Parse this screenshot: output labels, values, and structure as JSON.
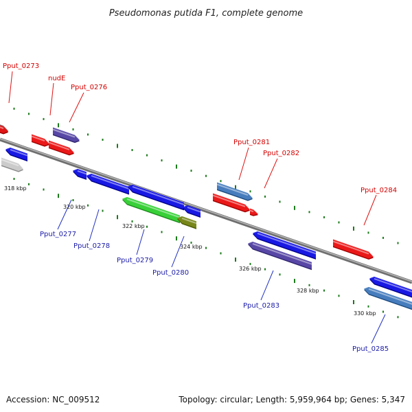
{
  "title": "Pseudomonas putida F1, complete genome",
  "footer": {
    "accession": "Accession: NC_009512",
    "summary": "Topology: circular; Length: 5,959,964 bp; Genes: 5,347"
  },
  "colors": {
    "backbone": "#8a8a8a",
    "tick_mark": "#1a7a1a",
    "label_forward": "#d40000",
    "label_reverse": "#1a1aa8",
    "leader_forward": "#e01010",
    "leader_reverse": "#2030c0"
  },
  "scale_ticks": [
    "318 kbp",
    "320 kbp",
    "322 kbp",
    "324 kbp",
    "326 kbp",
    "328 kbp",
    "330 kbp"
  ],
  "gene_labels": {
    "Pput_0273": "Pput_0273",
    "nudE": "nudE",
    "Pput_0276": "Pput_0276",
    "Pput_0277": "Pput_0277",
    "Pput_0278": "Pput_0278",
    "Pput_0279": "Pput_0279",
    "Pput_0280": "Pput_0280",
    "Pput_0281": "Pput_0281",
    "Pput_0282": "Pput_0282",
    "Pput_0283": "Pput_0283",
    "Pput_0284": "Pput_0284",
    "Pput_0285": "Pput_0285"
  }
}
